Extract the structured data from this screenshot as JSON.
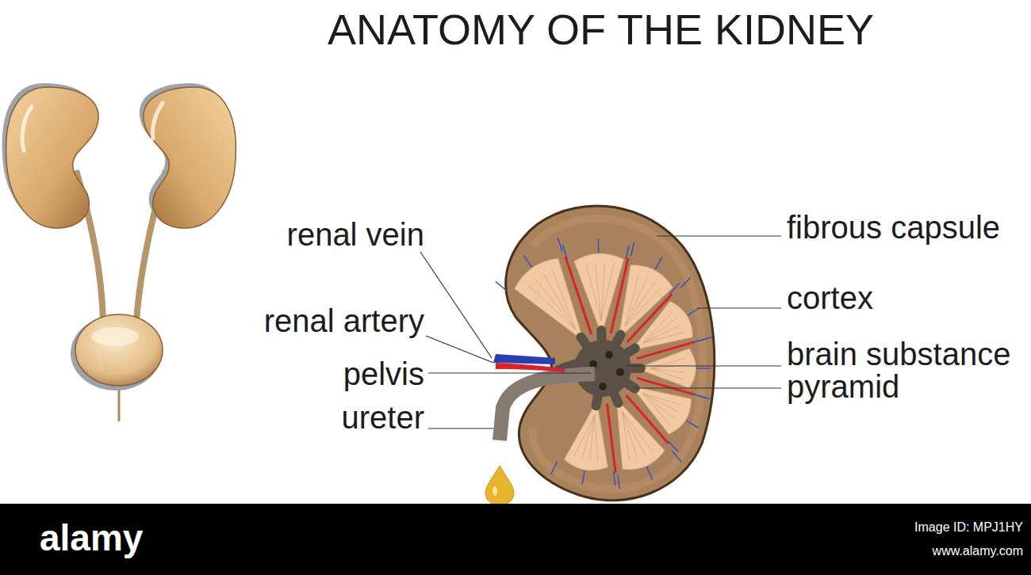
{
  "diagram": {
    "title": "ANATOMY OF THE KIDNEY",
    "labels": [
      "renal vein",
      "renal artery",
      "pelvis",
      "ureter",
      "fibrous capsule",
      "cortex",
      "brain substance",
      "pyramid",
      "alamy",
      "Image ID: MPJ1HY",
      "www.alamy.com"
    ]
  }
}
